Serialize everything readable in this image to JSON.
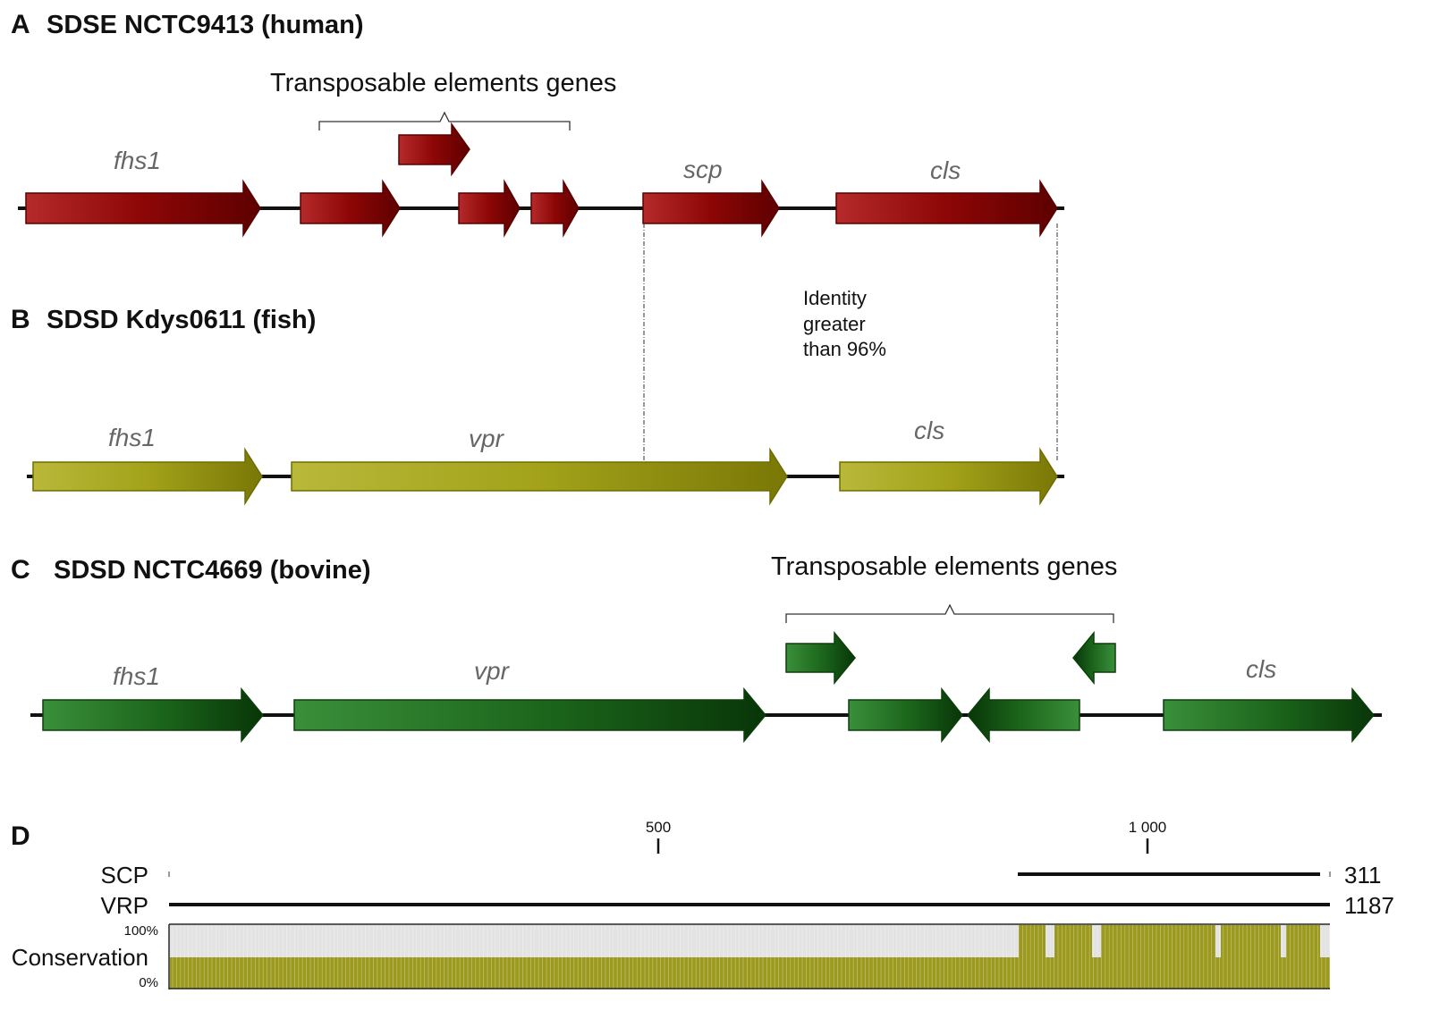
{
  "panels": {
    "A": {
      "letter": "A",
      "title": "SDSE NCTC9413 (human)"
    },
    "B": {
      "letter": "B",
      "title": "SDSD Kdys0611 (fish)"
    },
    "C": {
      "letter": "C",
      "title": "SDSD NCTC4669 (bovine)"
    },
    "D": {
      "letter": "D"
    }
  },
  "genes": {
    "A": {
      "fhs1": "fhs1",
      "scp": "scp",
      "cls": "cls"
    },
    "B": {
      "fhs1": "fhs1",
      "vpr": "vpr",
      "cls": "cls"
    },
    "C": {
      "fhs1": "fhs1",
      "vpr": "vpr",
      "cls": "cls"
    }
  },
  "transposable_label": "Transposable elements genes",
  "identity_note": [
    "Identity",
    "greater",
    "than 96%"
  ],
  "colors": {
    "human_dark": "#6b0000",
    "human_light": "#b12b2b",
    "fish_dark": "#7d7a00",
    "fish_light": "#b5b536",
    "bovine_dark": "#0b3d0b",
    "bovine_light": "#3c8f3c",
    "conservation_bar": "#9c9a1e",
    "conservation_bg": "#e3e3e3"
  },
  "alignment": {
    "ruler_ticks": [
      "500",
      "1 000"
    ],
    "tracks": [
      {
        "name": "SCP",
        "length": "311"
      },
      {
        "name": "VRP",
        "length": "1187"
      }
    ],
    "conservation": {
      "label": "Conservation",
      "max_label": "100%",
      "min_label": "0%"
    }
  }
}
